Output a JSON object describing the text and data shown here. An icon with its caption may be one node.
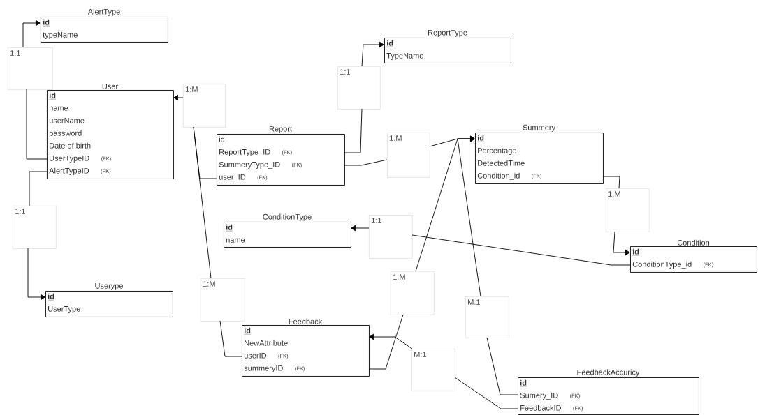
{
  "diagram": {
    "nodes": [
      {
        "text": [
          "AlertType",
          "id",
          "typeName"
        ]
      },
      {
        "text": [
          "1:1"
        ]
      },
      {
        "text": [
          "User",
          "id",
          "name",
          "userName",
          "password",
          "Date of birth",
          "UserTypeID",
          "(FK)",
          "AlertTypeID",
          "(FK)"
        ]
      },
      {
        "text": [
          "1:M"
        ]
      },
      {
        "text": [
          "ReportType",
          "id",
          "TypeName"
        ]
      },
      {
        "text": [
          "1:1"
        ]
      },
      {
        "text": [
          "Report",
          "id",
          "ReportType_ID",
          "(FK)",
          "SummeryType_ID",
          "(FK)",
          "user_ID",
          "(FK)"
        ]
      },
      {
        "text": [
          "1:M"
        ]
      },
      {
        "text": [
          "Summery",
          "id",
          "Percentage",
          "DetectedTime",
          "Condition_id",
          "(FK)"
        ]
      },
      {
        "text": [
          "1:M"
        ]
      },
      {
        "text": [
          "ConditionType",
          "id",
          "name"
        ]
      },
      {
        "text": [
          "1:1"
        ]
      },
      {
        "text": [
          "Condition",
          "id",
          "ConditionType_id",
          "(FK)"
        ]
      },
      {
        "text": [
          "1:1"
        ]
      },
      {
        "text": [
          "Userype",
          "id",
          "UserType"
        ]
      },
      {
        "text": [
          "1:M"
        ]
      },
      {
        "text": [
          "1:M"
        ]
      },
      {
        "text": [
          "M:1"
        ]
      },
      {
        "text": [
          "Feedback",
          "id",
          "NewAttribute",
          "userID",
          "(FK)",
          "summeryID",
          "(FK)"
        ]
      },
      {
        "text": [
          "M:1"
        ]
      },
      {
        "text": [
          "FeedbackAccuricy",
          "id",
          "Sumery_ID",
          "(FK)",
          "FeedbackID",
          "(FK)"
        ]
      }
    ],
    "edges": [
      {
        "from": 2,
        "to": 1,
        "arrow": "none"
      },
      {
        "from": 1,
        "to": 0,
        "arrow": "to"
      },
      {
        "from": 2,
        "to": 13,
        "arrow": "none"
      },
      {
        "from": 13,
        "to": 14,
        "arrow": "to"
      },
      {
        "from": 3,
        "to": 2,
        "arrow": "to"
      },
      {
        "from": 6,
        "to": 3,
        "arrow": "none"
      },
      {
        "from": 15,
        "to": 3,
        "arrow": "none"
      },
      {
        "from": 18,
        "to": 15,
        "arrow": "none"
      },
      {
        "from": 6,
        "to": 5,
        "arrow": "none"
      },
      {
        "from": 5,
        "to": 4,
        "arrow": "to"
      },
      {
        "from": 6,
        "to": 7,
        "arrow": "none"
      },
      {
        "from": 7,
        "to": 8,
        "arrow": "to"
      },
      {
        "from": 16,
        "to": 8,
        "arrow": "to"
      },
      {
        "from": 17,
        "to": 8,
        "arrow": "to"
      },
      {
        "from": 18,
        "to": 16,
        "arrow": "none"
      },
      {
        "from": 17,
        "to": 20,
        "arrow": "none"
      },
      {
        "from": 8,
        "to": 9,
        "arrow": "none"
      },
      {
        "from": 9,
        "to": 12,
        "arrow": "to"
      },
      {
        "from": 12,
        "to": 11,
        "arrow": "none"
      },
      {
        "from": 11,
        "to": 10,
        "arrow": "to"
      },
      {
        "from": 20,
        "to": 19,
        "arrow": "none"
      },
      {
        "from": 19,
        "to": 18,
        "arrow": "to"
      }
    ]
  }
}
